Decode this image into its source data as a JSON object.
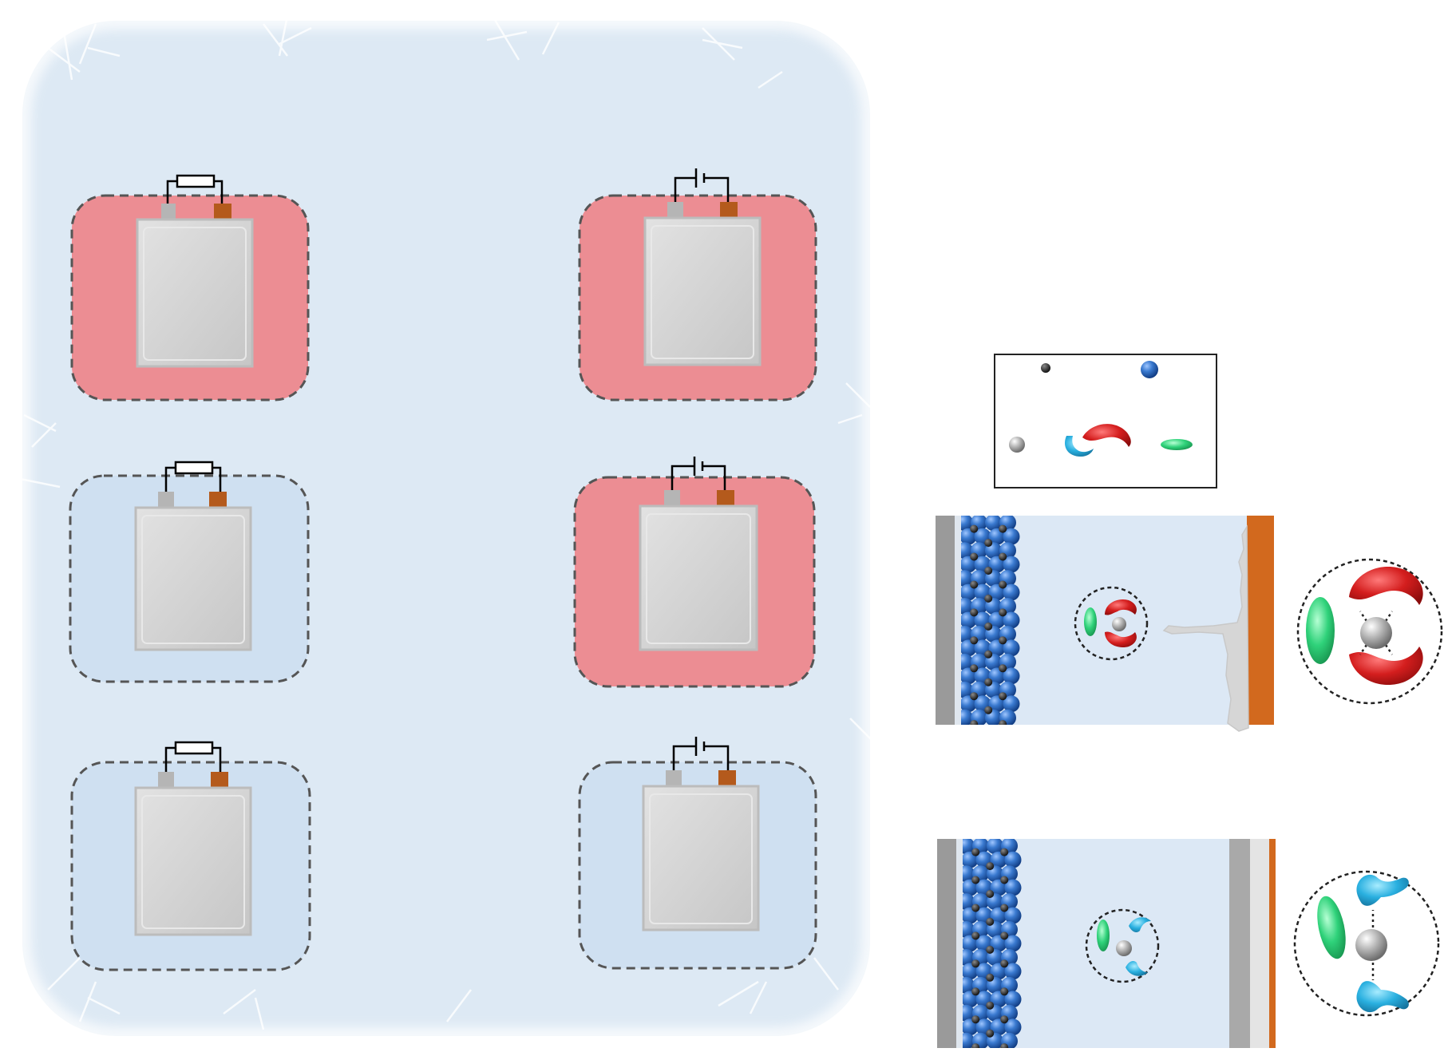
{
  "colors": {
    "frost_panel": "#dde9f4",
    "frost_edge": "#ffffff",
    "warm_box": "#ec8d93",
    "cold_box": "#cfe0f1",
    "dashed_border": "#555555",
    "pouch": "#d3d3d3",
    "pouch_edge": "#bcbcbc",
    "tab_grey": "#b5b5b5",
    "tab_copper": "#b45a1c",
    "electrolyte": "#dce8f5",
    "copper": "#d2691e",
    "current_collector": "#9a9a9a",
    "cathode_blue": "#2f6fc0",
    "carbon_black": "#2a2a2a",
    "lithium_grey": "#b0b0b0",
    "anion_red": "#d12020",
    "solvent_cyan": "#2ab0e0",
    "additive_green": "#2fd27a"
  },
  "cells": [
    {
      "position": "top-left",
      "circuit": "resistor",
      "state": "warm"
    },
    {
      "position": "mid-left",
      "circuit": "resistor",
      "state": "cold"
    },
    {
      "position": "bottom-left",
      "circuit": "resistor",
      "state": "cold"
    },
    {
      "position": "top-right",
      "circuit": "battery",
      "state": "warm"
    },
    {
      "position": "mid-right",
      "circuit": "battery",
      "state": "warm"
    },
    {
      "position": "bottom-right",
      "circuit": "battery",
      "state": "cold"
    }
  ],
  "legend": {
    "items": [
      "carbon-black-particle",
      "cathode-particle",
      "lithium-ion",
      "solvent-molecule",
      "anion",
      "additive-molecule"
    ]
  },
  "cell_schematics": [
    {
      "anode": "lithium-dendrite",
      "solvation": "anion-rich"
    },
    {
      "anode": "smooth-plating",
      "solvation": "solvent-rich"
    }
  ]
}
